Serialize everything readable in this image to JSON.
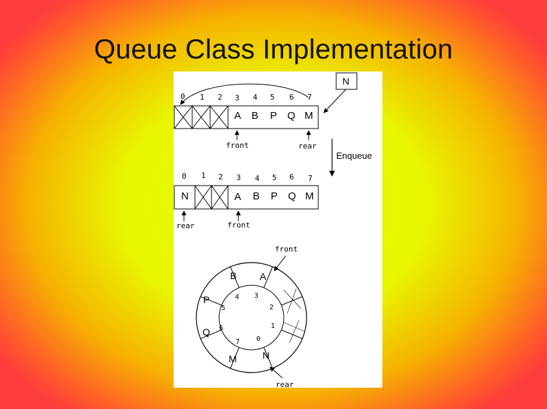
{
  "slide": {
    "title": "Queue Class Implementation"
  },
  "diagram": {
    "top_array": {
      "indices": [
        "0",
        "1",
        "2",
        "3",
        "4",
        "5",
        "6",
        "7"
      ],
      "cells": [
        "",
        "",
        "",
        "A",
        "B",
        "P",
        "Q",
        "M"
      ],
      "front_label": "front",
      "rear_label": "rear",
      "incoming_item": "N"
    },
    "operation_label": "Enqueue",
    "bottom_array": {
      "indices": [
        "0",
        "1",
        "2",
        "3",
        "4",
        "5",
        "6",
        "7"
      ],
      "cells": [
        "N",
        "",
        "",
        "A",
        "B",
        "P",
        "Q",
        "M"
      ],
      "rear_label": "rear",
      "front_label": "front"
    },
    "ring": {
      "front_label": "front",
      "rear_label": "rear",
      "slot_indices": [
        "4",
        "3",
        "2",
        "1",
        "0",
        "7",
        "6",
        "5"
      ],
      "slot_items": [
        "B",
        "A",
        "",
        "",
        "N",
        "M",
        "Q",
        "P"
      ]
    }
  }
}
